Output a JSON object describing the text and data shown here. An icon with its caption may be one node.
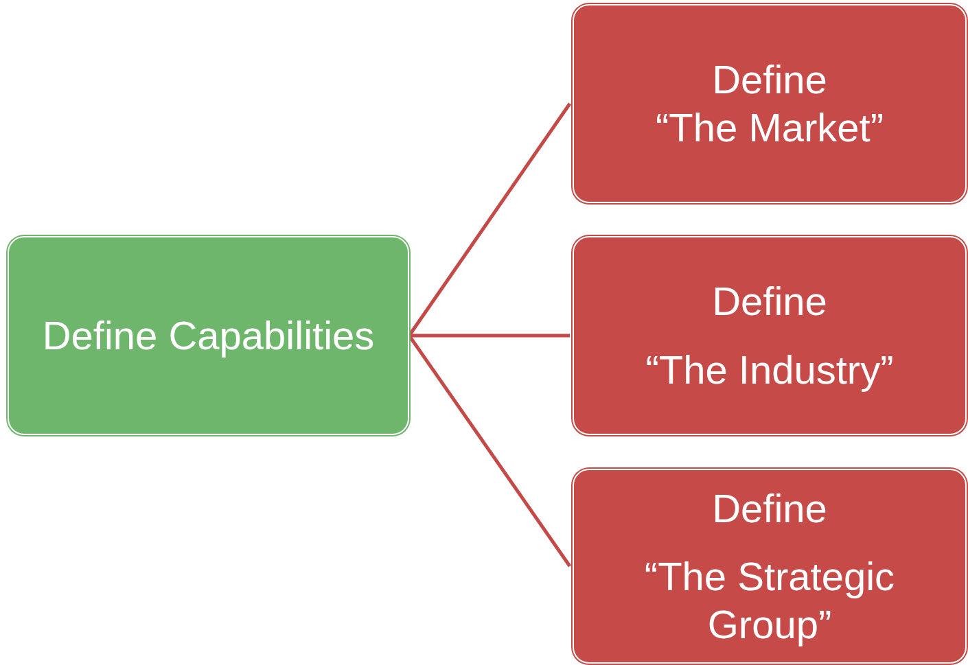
{
  "diagram": {
    "nodes": [
      {
        "text": [
          "Define Capabilities"
        ]
      },
      {
        "text": [
          "Define",
          "“The Market”"
        ]
      },
      {
        "text": [
          "Define",
          "“The Industry”"
        ]
      },
      {
        "text": [
          "Define",
          "“The Strategic Group”"
        ]
      }
    ],
    "edges": [
      {
        "from": 0,
        "to": 1,
        "arrow": "none"
      },
      {
        "from": 0,
        "to": 2,
        "arrow": "none"
      },
      {
        "from": 0,
        "to": 3,
        "arrow": "none"
      }
    ]
  }
}
